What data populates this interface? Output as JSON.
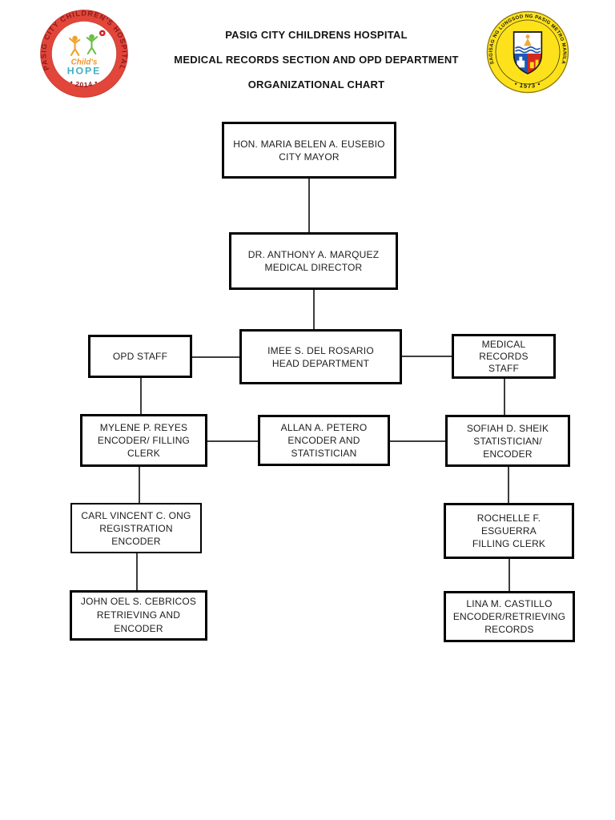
{
  "header": {
    "title_line1": "PASIG CITY CHILDRENS HOSPITAL",
    "title_line2": "MEDICAL RECORDS SECTION AND OPD DEPARTMENT",
    "title_line3": "ORGANIZATIONAL CHART",
    "left_logo": {
      "name": "pasig-city-childrens-hospital-seal",
      "ring_text": "PASIG CITY CHILDREN'S HOSPITAL",
      "year_text": "• 2014 •",
      "center_line1": "Child's",
      "center_line2": "HOPE",
      "ring_color": "#e2463a",
      "ring_text_color": "#8c1a1a",
      "childs_color": "#f0952d",
      "hope_color": "#41b0c3",
      "kid_left_color": "#f0a32a",
      "kid_right_color": "#6cbf47"
    },
    "right_logo": {
      "name": "sagisag-ng-lungsod-ng-pasig-seal",
      "ring_text": "SAGISAG NG LUNGSOD NG PASIG METRO MANILA",
      "year_text": "• 1573 •",
      "disc_color": "#fde21b",
      "ring_text_color": "#141414",
      "shield_blue": "#2057b0",
      "shield_red": "#d3281e"
    }
  },
  "chart": {
    "type": "org-chart",
    "box_border_color": "#000000",
    "connector_color": "#3d3d3d",
    "nodes": [
      {
        "id": "city-mayor",
        "lines": [
          "HON. MARIA BELEN A. EUSEBIO",
          "CITY MAYOR"
        ]
      },
      {
        "id": "medical-director",
        "lines": [
          "DR. ANTHONY A. MARQUEZ",
          "MEDICAL DIRECTOR"
        ]
      },
      {
        "id": "opd-staff",
        "lines": [
          "OPD STAFF"
        ]
      },
      {
        "id": "head-department",
        "lines": [
          "IMEE S. DEL ROSARIO",
          "HEAD DEPARTMENT"
        ]
      },
      {
        "id": "medical-records-staff",
        "lines": [
          "MEDICAL",
          "RECORDS",
          "STAFF"
        ]
      },
      {
        "id": "mylene-p-reyes",
        "lines": [
          "MYLENE P. REYES",
          "ENCODER/ FILLING",
          "CLERK"
        ]
      },
      {
        "id": "allan-a-petero",
        "lines": [
          "ALLAN A. PETERO",
          "ENCODER AND",
          "STATISTICIAN"
        ]
      },
      {
        "id": "sofiah-d-sheik",
        "lines": [
          "SOFIAH D. SHEIK",
          "STATISTICIAN/",
          "ENCODER"
        ]
      },
      {
        "id": "carl-vincent-c-ong",
        "lines": [
          "CARL VINCENT C. ONG",
          "REGISTRATION",
          "ENCODER"
        ]
      },
      {
        "id": "rochelle-f-esguerra",
        "lines": [
          "ROCHELLE F.",
          "ESGUERRA",
          "FILLING CLERK"
        ]
      },
      {
        "id": "john-oel-s-cebricos",
        "lines": [
          "JOHN OEL S. CEBRICOS",
          "RETRIEVING AND",
          "ENCODER"
        ]
      },
      {
        "id": "lina-m-castillo",
        "lines": [
          "LINA M. CASTILLO",
          "ENCODER/RETRIEVING",
          "RECORDS"
        ]
      }
    ],
    "edges": [
      [
        "city-mayor",
        "medical-director"
      ],
      [
        "medical-director",
        "head-department"
      ],
      [
        "opd-staff",
        "head-department"
      ],
      [
        "head-department",
        "medical-records-staff"
      ],
      [
        "opd-staff",
        "mylene-p-reyes"
      ],
      [
        "medical-records-staff",
        "sofiah-d-sheik"
      ],
      [
        "mylene-p-reyes",
        "allan-a-petero"
      ],
      [
        "allan-a-petero",
        "sofiah-d-sheik"
      ],
      [
        "mylene-p-reyes",
        "carl-vincent-c-ong"
      ],
      [
        "carl-vincent-c-ong",
        "john-oel-s-cebricos"
      ],
      [
        "sofiah-d-sheik",
        "rochelle-f-esguerra"
      ],
      [
        "rochelle-f-esguerra",
        "lina-m-castillo"
      ]
    ]
  }
}
